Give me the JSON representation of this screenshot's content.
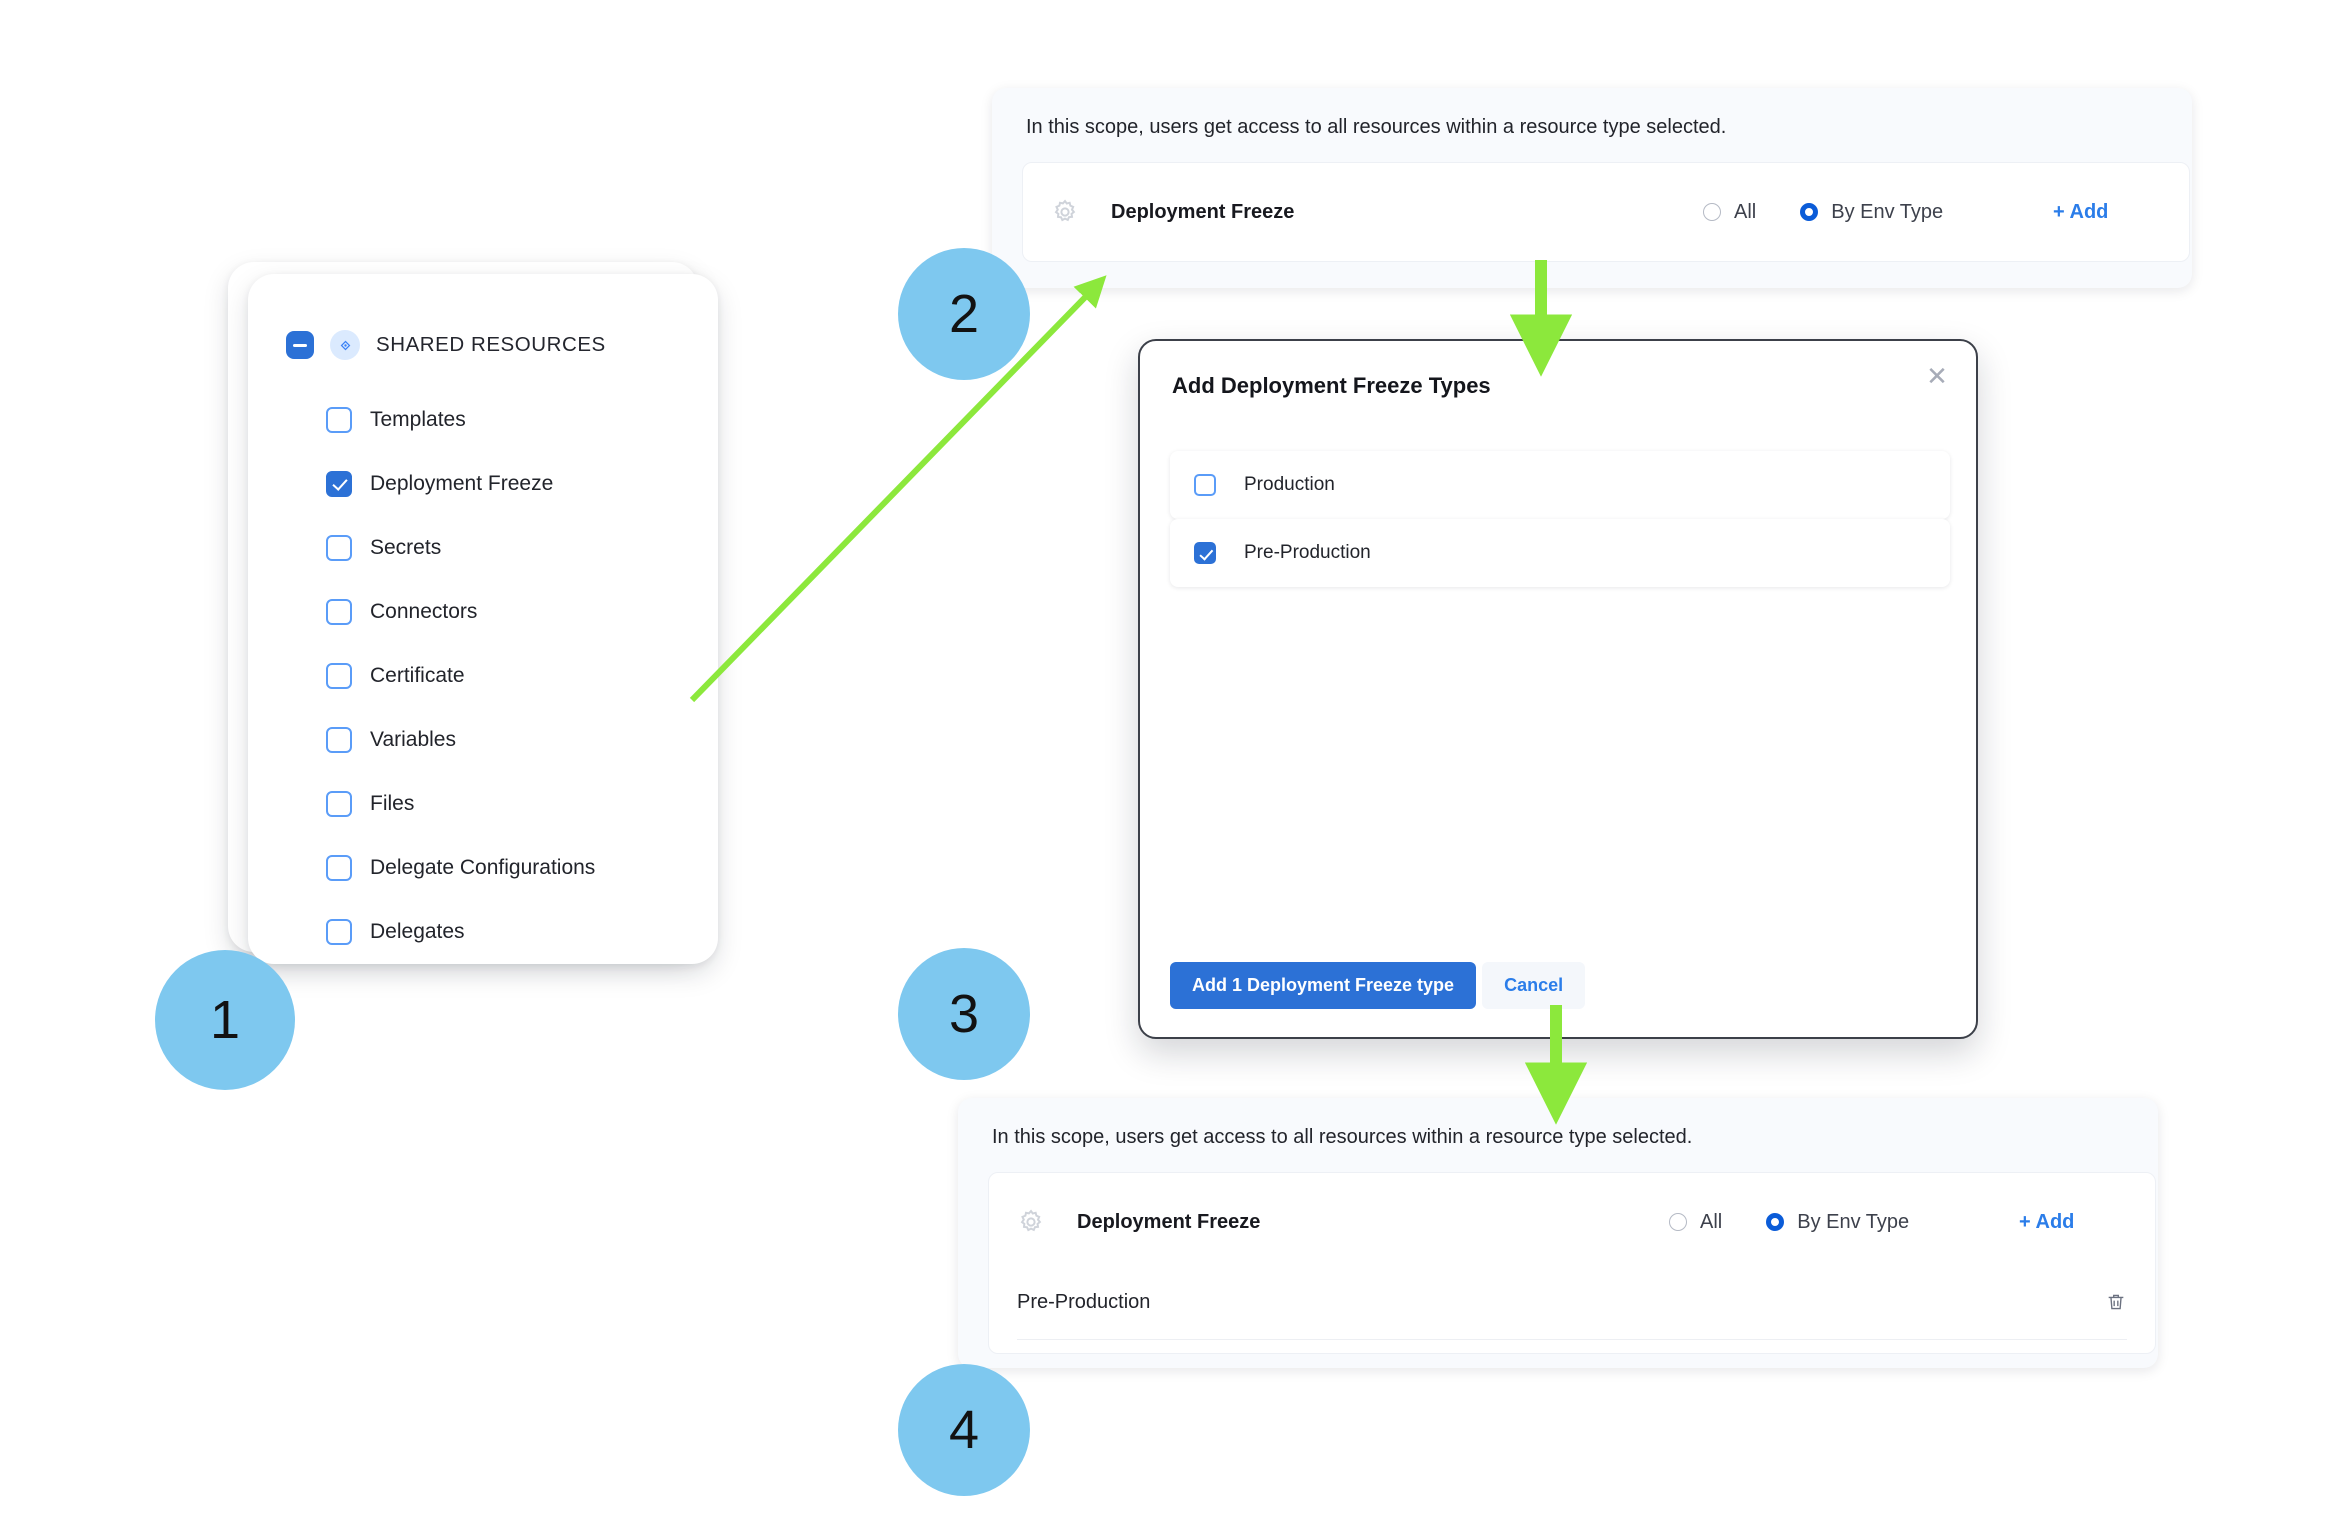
{
  "accent": {
    "blue": "#2C71D6",
    "link_blue": "#2B7DE9",
    "radio_blue": "#0B5CD8",
    "step_circle": "#7EC8EF",
    "arrow_green": "#8CE83C",
    "panel_bg": "#F8FAFD"
  },
  "steps": [
    {
      "number": "1"
    },
    {
      "number": "2"
    },
    {
      "number": "3"
    },
    {
      "number": "4"
    }
  ],
  "resource_card": {
    "header": {
      "title": "SHARED RESOURCES",
      "collapse_icon": "minus-square-icon",
      "node_icon": "diamond-node-icon"
    },
    "items": [
      {
        "label": "Templates",
        "checked": false
      },
      {
        "label": "Deployment Freeze",
        "checked": true
      },
      {
        "label": "Secrets",
        "checked": false
      },
      {
        "label": "Connectors",
        "checked": false
      },
      {
        "label": "Certificate",
        "checked": false
      },
      {
        "label": "Variables",
        "checked": false
      },
      {
        "label": "Files",
        "checked": false
      },
      {
        "label": "Delegate Configurations",
        "checked": false
      },
      {
        "label": "Delegates",
        "checked": false
      }
    ]
  },
  "scope_panel_top": {
    "description": "In this scope, users get access to all resources within a resource type selected.",
    "resource_name": "Deployment Freeze",
    "gear_icon": "gear-icon",
    "radios": [
      {
        "label": "All",
        "selected": false
      },
      {
        "label": "By Env Type",
        "selected": true
      }
    ],
    "add_label": "+ Add"
  },
  "modal": {
    "title": "Add Deployment Freeze Types",
    "close_icon": "close-icon",
    "options": [
      {
        "label": "Production",
        "checked": false
      },
      {
        "label": "Pre-Production",
        "checked": true
      }
    ],
    "primary_button": "Add 1 Deployment Freeze type",
    "secondary_button": "Cancel"
  },
  "scope_panel_bottom": {
    "description": "In this scope, users get access to all resources within a resource type selected.",
    "resource_name": "Deployment Freeze",
    "gear_icon": "gear-icon",
    "radios": [
      {
        "label": "All",
        "selected": false
      },
      {
        "label": "By Env Type",
        "selected": true
      }
    ],
    "add_label": "+ Add",
    "selected_items": [
      {
        "label": "Pre-Production",
        "delete_icon": "trash-icon"
      }
    ]
  }
}
